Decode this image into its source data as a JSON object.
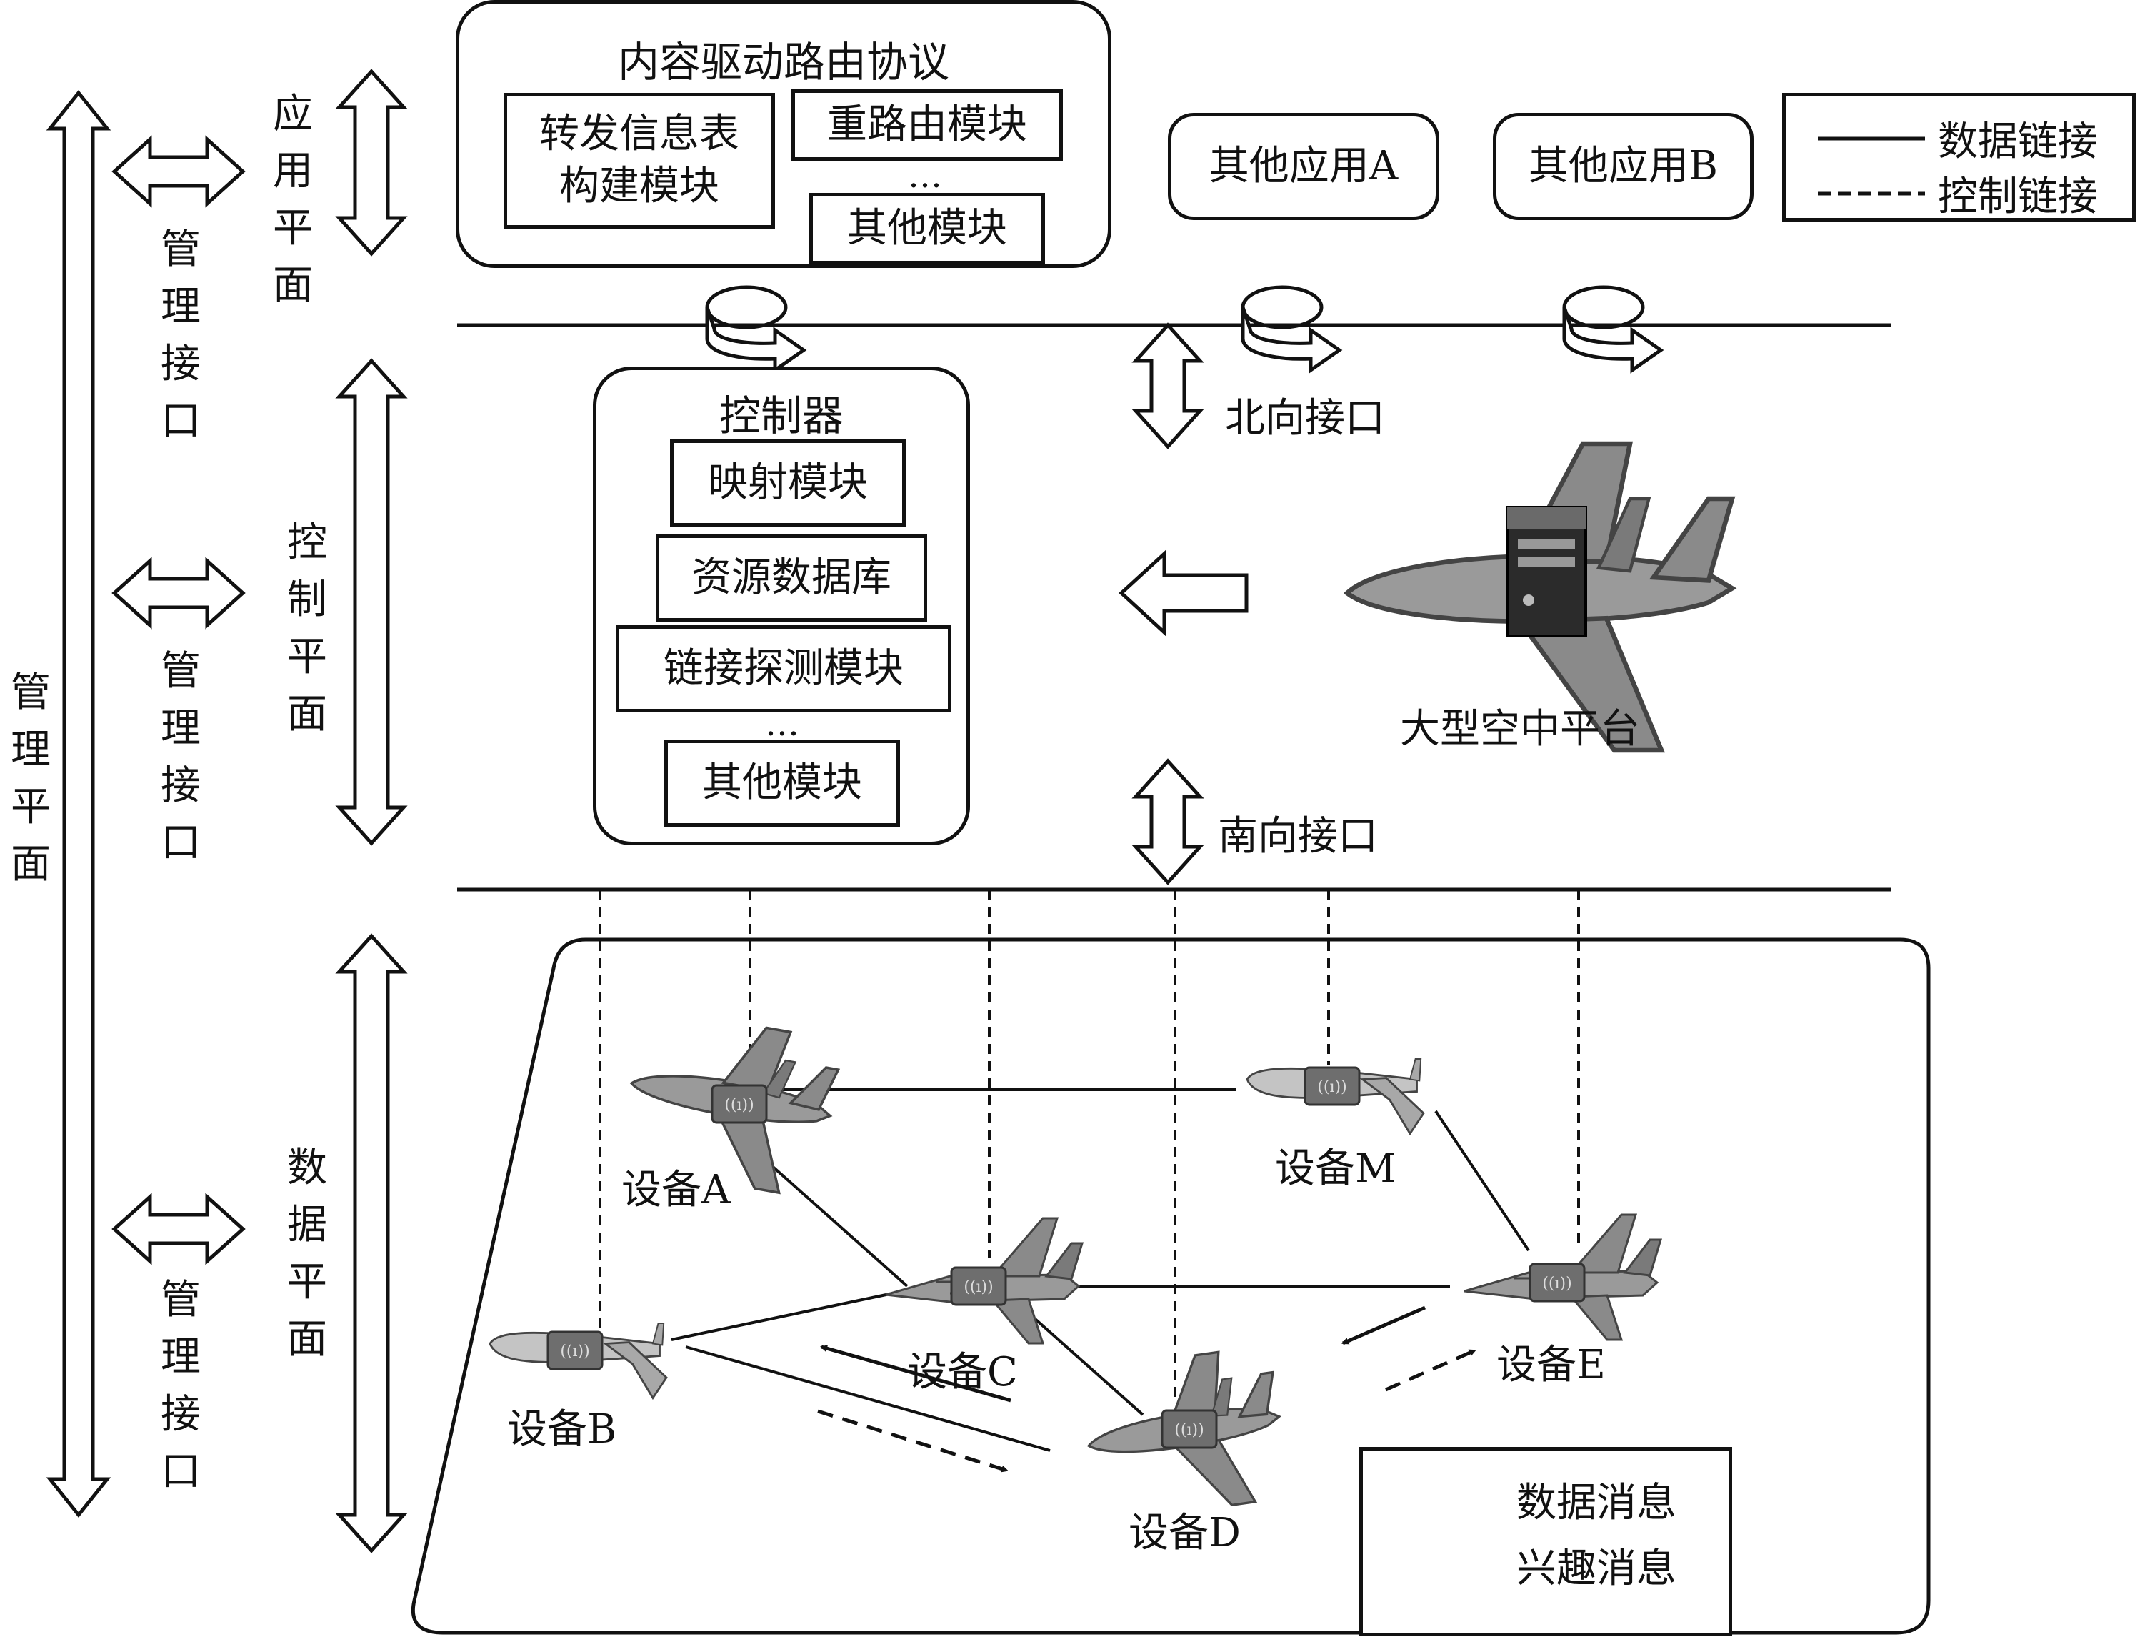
{
  "planes": {
    "management": "管\n理\n平\n面",
    "application": "应\n用\n平\n面",
    "control": "控\n制\n平\n面",
    "data": "数\n据\n平\n面",
    "mgmt_interface": "管\n理\n接\n口"
  },
  "app_plane": {
    "protocol_title": "内容驱动路由协议",
    "fib_module": "转发信息表\n构建模块",
    "reroute_module": "重路由模块",
    "ellipsis": "…",
    "other_module": "其他模块",
    "other_app_a": "其他应用A",
    "other_app_b": "其他应用B"
  },
  "legend_links": {
    "data_link": "数据链接",
    "control_link": "控制链接"
  },
  "interfaces": {
    "north": "北向接口",
    "south": "南向接口"
  },
  "controller": {
    "title": "控制器",
    "mapping_module": "映射模块",
    "resource_db": "资源数据库",
    "link_detect_module": "链接探测模块",
    "ellipsis": "…",
    "other_module": "其他模块"
  },
  "platform": {
    "label": "大型空中平台"
  },
  "devices": {
    "a": "设备A",
    "b": "设备B",
    "c": "设备C",
    "d": "设备D",
    "e": "设备E",
    "m": "设备M"
  },
  "legend_messages": {
    "data_msg": "数据消息",
    "interest_msg": "兴趣消息"
  },
  "colors": {
    "line": "#111111",
    "aircraft_fill": "#9a9a9a",
    "module_badge": "#6e6e6e"
  }
}
